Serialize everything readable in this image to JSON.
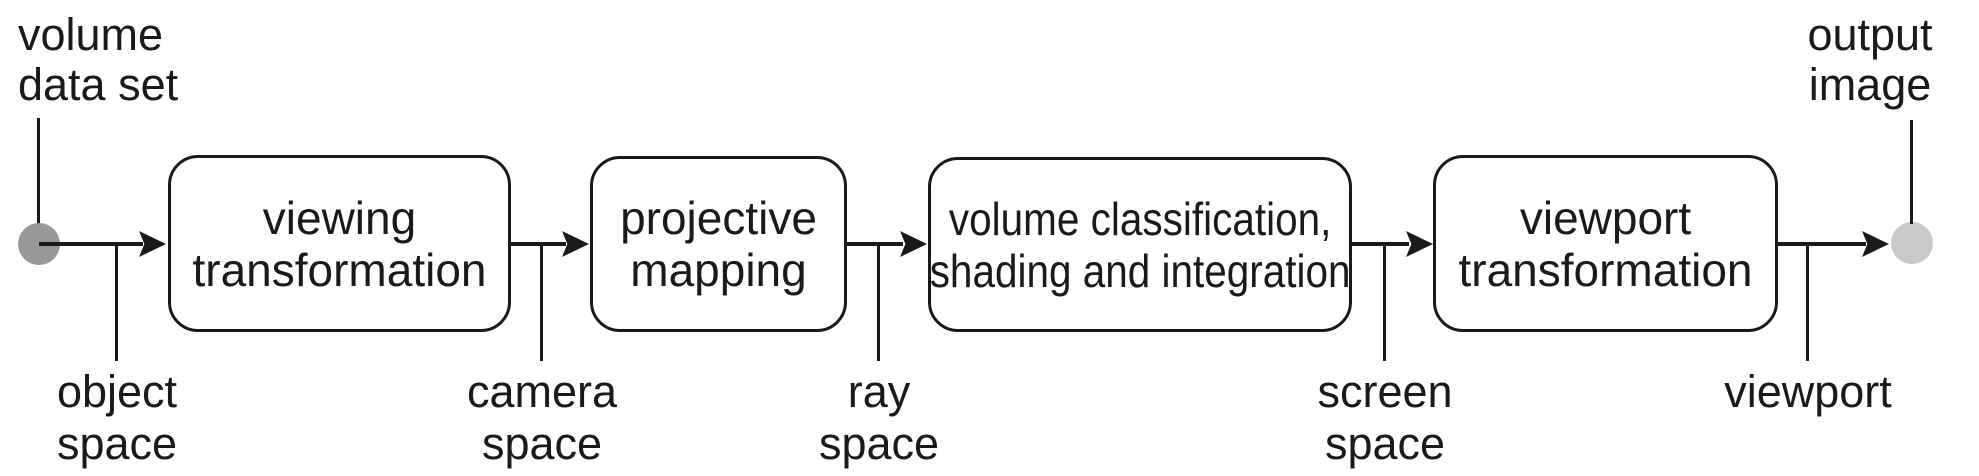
{
  "colors": {
    "line": "#1a1a1a",
    "background": "#ffffff",
    "input-node": "#989898",
    "output-node": "#c8c8c8"
  },
  "corner_labels": {
    "input": {
      "lines": [
        "volume",
        "data set"
      ]
    },
    "output": {
      "lines": [
        "output",
        "image"
      ]
    }
  },
  "boxes": [
    {
      "id": "viewing-transformation",
      "lines": [
        "viewing",
        "transformation"
      ]
    },
    {
      "id": "projective-mapping",
      "lines": [
        "projective",
        "mapping"
      ]
    },
    {
      "id": "volume-classification-shading-integration",
      "lines": [
        "volume classification,",
        "shading and integration"
      ]
    },
    {
      "id": "viewport-transformation",
      "lines": [
        "viewport",
        "transformation"
      ]
    }
  ],
  "space_labels": [
    {
      "id": "object-space",
      "lines": [
        "object",
        "space"
      ]
    },
    {
      "id": "camera-space",
      "lines": [
        "camera",
        "space"
      ]
    },
    {
      "id": "ray-space",
      "lines": [
        "ray",
        "space"
      ]
    },
    {
      "id": "screen-space",
      "lines": [
        "screen",
        "space"
      ]
    },
    {
      "id": "viewport",
      "lines": [
        "viewport"
      ]
    }
  ]
}
